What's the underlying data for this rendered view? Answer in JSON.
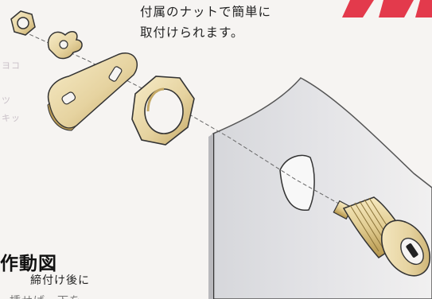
{
  "caption": {
    "line1": "付属のナットで簡単に",
    "line2": "取付けられます。"
  },
  "section": {
    "title": "作動図",
    "note": "締付け後に",
    "cut_line": "挿せば…下を"
  },
  "colors": {
    "background": "#f6f4f2",
    "brass": "#e6d3a0",
    "brass_dark": "#b89a55",
    "panel": "#e2e2e4",
    "accent_red": "#e33a4c"
  }
}
